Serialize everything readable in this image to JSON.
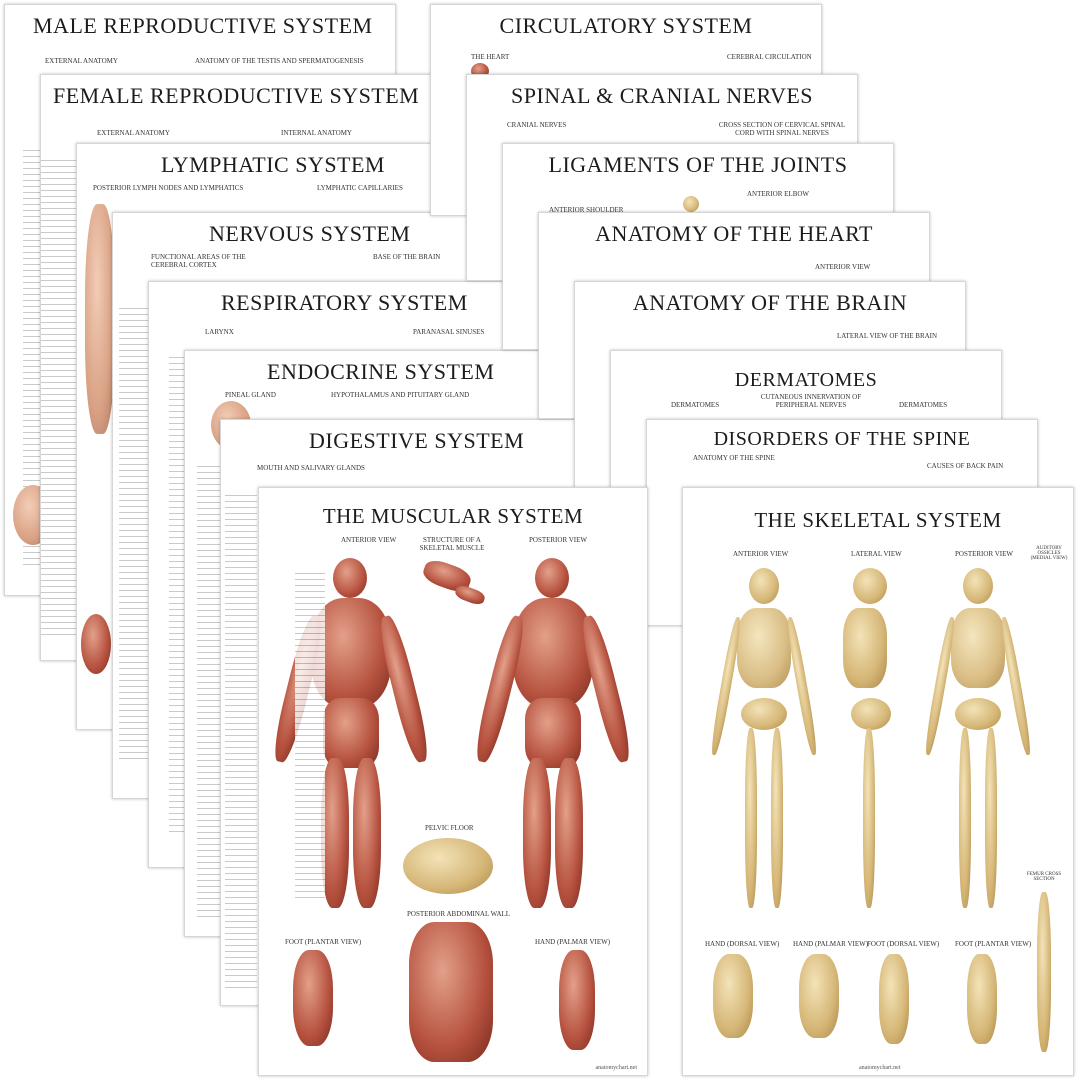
{
  "posters": {
    "male_reproductive": {
      "title": "MALE REPRODUCTIVE SYSTEM",
      "labels": [
        "EXTERNAL ANATOMY",
        "ANATOMY OF THE TESTIS AND SPERMATOGENESIS"
      ]
    },
    "circulatory": {
      "title": "CIRCULATORY SYSTEM",
      "labels": [
        "THE HEART",
        "CEREBRAL CIRCULATION"
      ]
    },
    "female_reproductive": {
      "title": "FEMALE REPRODUCTIVE SYSTEM",
      "labels": [
        "EXTERNAL ANATOMY",
        "INTERNAL ANATOMY"
      ]
    },
    "spinal_cranial": {
      "title": "SPINAL & CRANIAL NERVES",
      "labels": [
        "CRANIAL NERVES",
        "CROSS SECTION OF CERVICAL SPINAL CORD WITH SPINAL NERVES"
      ]
    },
    "lymphatic": {
      "title": "LYMPHATIC SYSTEM",
      "labels": [
        "POSTERIOR LYMPH NODES AND LYMPHATICS",
        "LYMPHATIC CAPILLARIES"
      ]
    },
    "ligaments": {
      "title": "LIGAMENTS OF THE JOINTS",
      "labels": [
        "ANTERIOR ELBOW",
        "ANTERIOR SHOULDER"
      ]
    },
    "nervous": {
      "title": "NERVOUS SYSTEM",
      "labels": [
        "FUNCTIONAL AREAS OF THE CEREBRAL CORTEX",
        "BASE OF THE BRAIN"
      ]
    },
    "heart": {
      "title": "ANATOMY OF THE HEART",
      "labels": [
        "ANTERIOR VIEW"
      ]
    },
    "respiratory": {
      "title": "RESPIRATORY SYSTEM",
      "labels": [
        "LARYNX",
        "PARANASAL SINUSES"
      ]
    },
    "brain": {
      "title": "ANATOMY OF THE BRAIN",
      "labels": [
        "LATERAL VIEW OF THE BRAIN"
      ]
    },
    "endocrine": {
      "title": "ENDOCRINE SYSTEM",
      "labels": [
        "PINEAL GLAND",
        "HYPOTHALAMUS AND PITUITARY GLAND"
      ]
    },
    "dermatomes": {
      "title": "DERMATOMES",
      "labels": [
        "DERMATOMES",
        "CUTANEOUS INNERVATION OF PERIPHERAL NERVES",
        "DERMATOMES"
      ]
    },
    "digestive": {
      "title": "DIGESTIVE SYSTEM",
      "labels": [
        "MOUTH AND SALIVARY GLANDS"
      ]
    },
    "spine": {
      "title": "DISORDERS OF THE SPINE",
      "labels": [
        "ANATOMY OF THE SPINE",
        "CAUSES OF BACK PAIN"
      ]
    },
    "muscular": {
      "title": "THE MUSCULAR SYSTEM",
      "labels": [
        "ANTERIOR VIEW",
        "STRUCTURE OF A SKELETAL MUSCLE",
        "POSTERIOR VIEW",
        "PELVIC FLOOR",
        "POSTERIOR ABDOMINAL WALL",
        "FOOT (PLANTAR VIEW)",
        "HAND (PALMAR VIEW)"
      ],
      "footer": "anatomychart.net"
    },
    "skeletal": {
      "title": "THE SKELETAL SYSTEM",
      "labels": [
        "ANTERIOR VIEW",
        "LATERAL VIEW",
        "POSTERIOR VIEW",
        "AUDITORY OSSICLES (MEDIAL VIEW)",
        "FEMUR CROSS SECTION",
        "HAND (DORSAL VIEW)",
        "HAND (PALMAR VIEW)",
        "FOOT (DORSAL VIEW)",
        "FOOT (PLANTAR VIEW)"
      ],
      "footer": "anatomychart.net"
    }
  }
}
